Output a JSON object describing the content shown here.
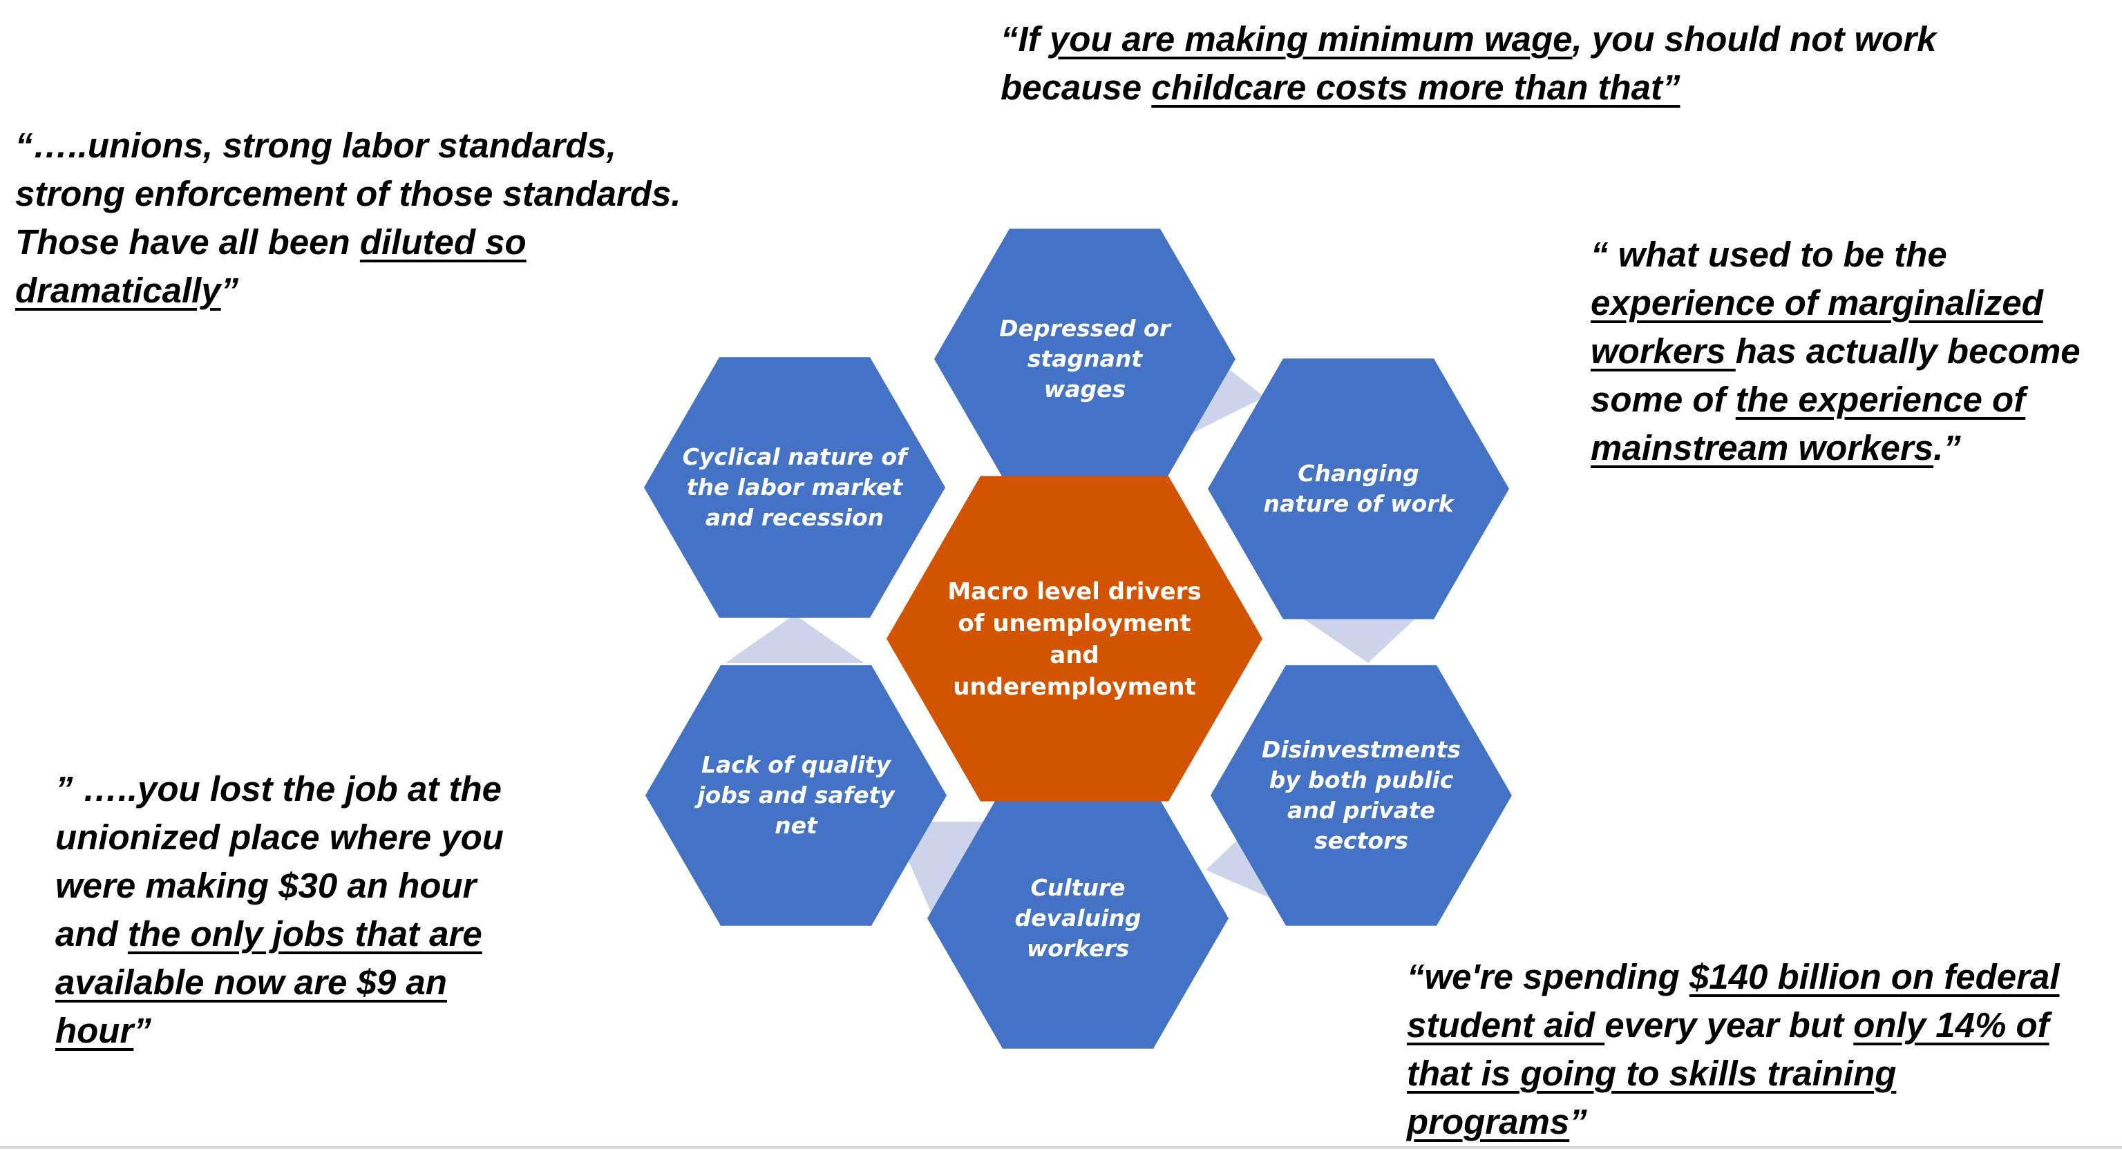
{
  "diagram": {
    "colors": {
      "hexagon": "#4472C4",
      "center": "#D35400",
      "connector": "#CDD3EA"
    },
    "center": {
      "lines": [
        "Macro level drivers",
        "of unemployment",
        "and",
        "underemployment"
      ]
    },
    "nodes": [
      {
        "id": "wages",
        "lines": [
          "Depressed or",
          "stagnant",
          "wages"
        ]
      },
      {
        "id": "changing-work",
        "lines": [
          "Changing",
          "nature of work"
        ]
      },
      {
        "id": "disinvestments",
        "lines": [
          "Disinvestments",
          "by both public",
          "and private",
          "sectors"
        ]
      },
      {
        "id": "culture",
        "lines": [
          "Culture",
          "devaluing",
          "workers"
        ]
      },
      {
        "id": "quality-jobs",
        "lines": [
          "Lack of quality",
          "jobs and safety",
          "net"
        ]
      },
      {
        "id": "cyclical",
        "lines": [
          "Cyclical nature of",
          "the labor market",
          "and recession"
        ]
      }
    ]
  },
  "quotes": {
    "top": {
      "lines": [
        [
          {
            "t": "“If ",
            "u": false
          },
          {
            "t": "you are making minimum wage",
            "u": true
          },
          {
            "t": ", you should not work",
            "u": false
          }
        ],
        [
          {
            "t": "because ",
            "u": false
          },
          {
            "t": "childcare costs more than that”",
            "u": true
          }
        ]
      ]
    },
    "top_left": {
      "lines": [
        [
          {
            "t": "“…..unions, strong labor standards,",
            "u": false
          }
        ],
        [
          {
            "t": "strong enforcement of those standards.",
            "u": false
          }
        ],
        [
          {
            "t": "Those have all been ",
            "u": false
          },
          {
            "t": "diluted so",
            "u": true
          }
        ],
        [
          {
            "t": "dramatically",
            "u": true
          },
          {
            "t": "”",
            "u": false
          }
        ]
      ]
    },
    "right": {
      "lines": [
        [
          {
            "t": "“ what used to be the",
            "u": false
          }
        ],
        [
          {
            "t": "experience of marginalized",
            "u": true
          }
        ],
        [
          {
            "t": "workers ",
            "u": true
          },
          {
            "t": "has actually become",
            "u": false
          }
        ],
        [
          {
            "t": "some of ",
            "u": false
          },
          {
            "t": "the experience of",
            "u": true
          }
        ],
        [
          {
            "t": "mainstream workers",
            "u": true
          },
          {
            "t": ".”",
            "u": false
          }
        ]
      ]
    },
    "bottom_left": {
      "lines": [
        [
          {
            "t": "” …..you lost the job at the",
            "u": false
          }
        ],
        [
          {
            "t": "unionized place where you",
            "u": false
          }
        ],
        [
          {
            "t": "were making $30 an hour",
            "u": false
          }
        ],
        [
          {
            "t": "and ",
            "u": false
          },
          {
            "t": "the only jobs that are",
            "u": true
          }
        ],
        [
          {
            "t": "available now are $9 an",
            "u": true
          }
        ],
        [
          {
            "t": "hour",
            "u": true
          },
          {
            "t": "”",
            "u": false
          }
        ]
      ]
    },
    "bottom_right": {
      "lines": [
        [
          {
            "t": "“we're spending ",
            "u": false
          },
          {
            "t": "$140 billion on federal",
            "u": true
          }
        ],
        [
          {
            "t": "student aid ",
            "u": true
          },
          {
            "t": "every year but ",
            "u": false
          },
          {
            "t": "only 14% of",
            "u": true
          }
        ],
        [
          {
            "t": "that is going to skills training",
            "u": true
          }
        ],
        [
          {
            "t": "programs",
            "u": true
          },
          {
            "t": "”",
            "u": false
          }
        ]
      ]
    }
  }
}
